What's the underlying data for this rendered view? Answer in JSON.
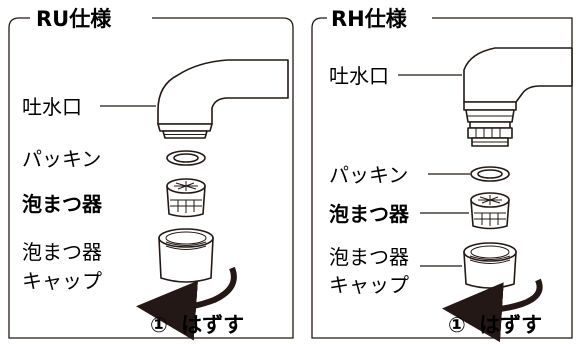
{
  "panels": [
    {
      "title": "RU仕様",
      "spout_label": "吐水口",
      "packing_label": "パッキン",
      "aerator_label": "泡まつ器",
      "cap_label_line1": "泡まつ器",
      "cap_label_line2": "キャップ",
      "step_number": "①",
      "step_text": "はずす"
    },
    {
      "title": "RH仕様",
      "spout_label": "吐水口",
      "packing_label": "パッキン",
      "aerator_label": "泡まつ器",
      "cap_label_line1": "泡まつ器",
      "cap_label_line2": "キャップ",
      "step_number": "①",
      "step_text": "はずす"
    }
  ]
}
